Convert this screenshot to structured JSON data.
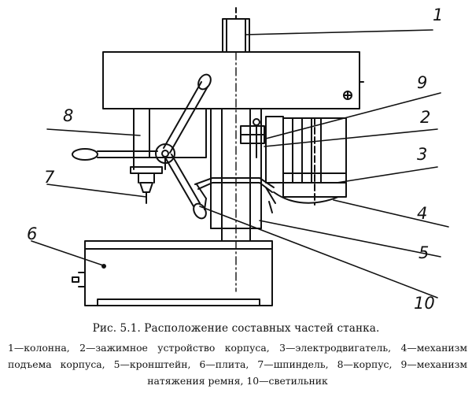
{
  "figure": {
    "labels": [
      "1",
      "2",
      "3",
      "4",
      "5",
      "6",
      "7",
      "8",
      "9",
      "10"
    ]
  },
  "caption": {
    "title": "Рис. 5.1. Расположение составных частей станка.",
    "legend": "1—колонна, 2—зажимное устройство корпуса, 3—электродвигатель, 4—механизм подъема корпуса, 5—кронштейн, 6—плита, 7—шпиндель, 8—корпус, 9—механизм натяжения ремня, 10—светильник"
  }
}
